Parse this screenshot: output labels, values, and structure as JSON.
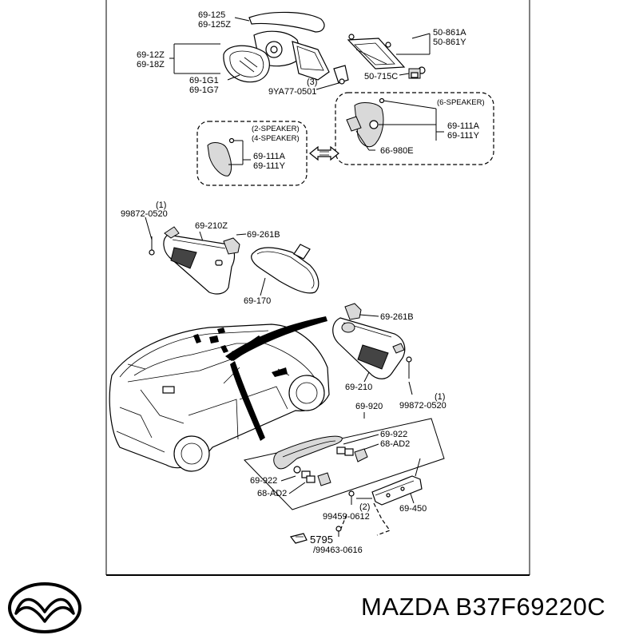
{
  "labels": {
    "p69_125": "69-125",
    "p69_125z": "69-125Z",
    "p69_12z": "69-12Z",
    "p69_18z": "69-18Z",
    "p69_1g1": "69-1G1",
    "p69_1g7": "69-1G7",
    "qty3": "(3)",
    "p9ya77": "9YA77-0501",
    "p50_861a": "50-861A",
    "p50_861y": "50-861Y",
    "p50_715c": "50-715C",
    "speaker6": "(6-SPEAKER)",
    "p69_111a_r": "69-111A",
    "p69_111y_r": "69-111Y",
    "p66_980e": "66-980E",
    "speaker2": "(2-SPEAKER)",
    "speaker4": "(4-SPEAKER)",
    "p69_111a_l": "69-111A",
    "p69_111y_l": "69-111Y",
    "qty1_a": "(1)",
    "p99872_a": "99872-0520",
    "p69_210z": "69-210Z",
    "p69_261b_a": "69-261B",
    "p69_170": "69-170",
    "p69_261b_b": "69-261B",
    "p69_210": "69-210",
    "qty1_b": "(1)",
    "p99872_b": "99872-0520",
    "p69_920": "69-920",
    "p69_922_a": "69-922",
    "p68_ad2_a": "68-AD2",
    "p69_922_b": "69-922",
    "p68_ad2_b": "68-AD2",
    "qty2": "(2)",
    "p99459": "99459-0612",
    "p69_450": "69-450",
    "p5795": "5795",
    "p99463": "/99463-0616"
  },
  "footer": {
    "part_number": "MAZDA B37F69220C"
  },
  "colors": {
    "line": "#000000",
    "background": "#ffffff",
    "shade": "#d9d9d9"
  }
}
